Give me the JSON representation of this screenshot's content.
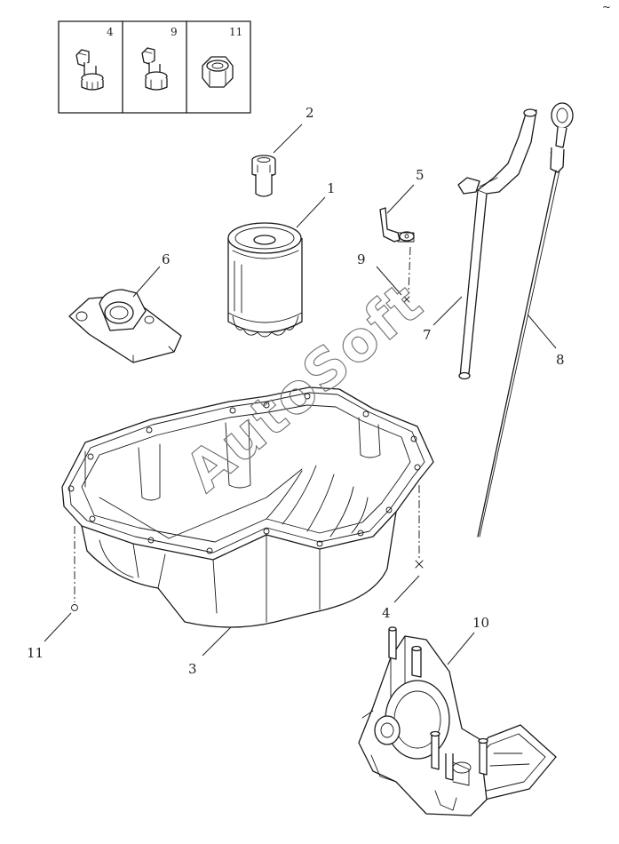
{
  "diagram": {
    "callouts": {
      "filter": "1",
      "adapter": "2",
      "oil_pan": "3",
      "drain_plug": "4",
      "bracket": "5",
      "elbow": "6",
      "guide_tube": "7",
      "dipstick": "8",
      "bolt": "9",
      "pump": "10",
      "plug": "11"
    },
    "inset": {
      "cell_labels": [
        "4",
        "9",
        "11"
      ]
    },
    "corner_mark": "~",
    "watermark": "AutoSoft",
    "colors": {
      "line": "#1a1a1a",
      "background": "#ffffff",
      "watermark": "#6e6e6e"
    }
  }
}
